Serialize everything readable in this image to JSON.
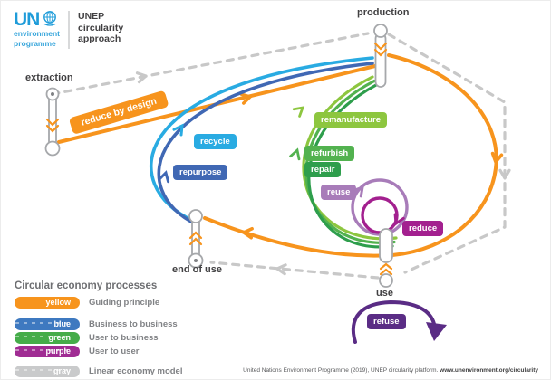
{
  "header": {
    "un_logo": {
      "un": "UN",
      "env": "environment",
      "prog": "programme"
    },
    "title": {
      "line1": "UNEP",
      "line2": "circularity",
      "line3": "approach"
    }
  },
  "nodes": {
    "extraction": "extraction",
    "production": "production",
    "use": "use",
    "end_of_use": "end of use"
  },
  "processes": {
    "reduce_by_design": "reduce by design",
    "recycle": "recycle",
    "repurpose": "repurpose",
    "remanufacture": "remanufacture",
    "refurbish": "refurbish",
    "repair": "repair",
    "reuse": "reuse",
    "reduce": "reduce",
    "refuse": "refuse"
  },
  "legend": {
    "title": "Circular economy processes",
    "rows": [
      {
        "pill": "yellow",
        "color": "#F7941D",
        "label": "Guiding principle"
      },
      {
        "pill": "blue",
        "color": "#3E79C0",
        "label": "Business to business"
      },
      {
        "pill": "green",
        "color": "#45AC49",
        "label": "User to business"
      },
      {
        "pill": "purple",
        "color": "#A02C93",
        "label": "User to user"
      },
      {
        "pill": "gray",
        "color": "#C9CACB",
        "label": "Linear economy model"
      }
    ]
  },
  "footer": {
    "text": "United Nations Environment Programme (2019), UNEP circularity platform. ",
    "link": "www.unenvironment.org/circularity"
  },
  "colors": {
    "orange": "#F7941D",
    "light_blue": "#29ABE2",
    "dark_blue": "#4068B4",
    "light_green": "#8DC63F",
    "mid_green": "#52B24F",
    "dark_green": "#2E9E4C",
    "light_purple": "#A87CB9",
    "magenta": "#A3208F",
    "dark_purple": "#5A2C85",
    "gray_dashed": "#C8C8C8",
    "un_blue": "#1F9CD9",
    "text_dark": "#414042"
  }
}
